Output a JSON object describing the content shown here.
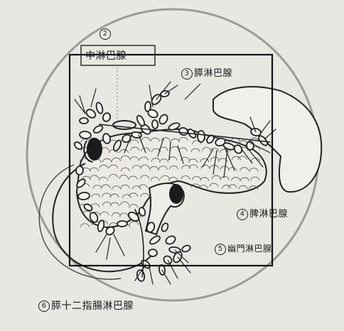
{
  "labels": {
    "n2": {
      "num": "2",
      "text": "中淋巴腺"
    },
    "n3": {
      "num": "3",
      "text": "膵淋巴腺"
    },
    "n4": {
      "num": "4",
      "text": "脾淋巴腺"
    },
    "n5": {
      "num": "5",
      "text": "幽門淋巴腺"
    },
    "n6": {
      "num": "6",
      "text": "膵十二指腸淋巴腺"
    }
  }
}
